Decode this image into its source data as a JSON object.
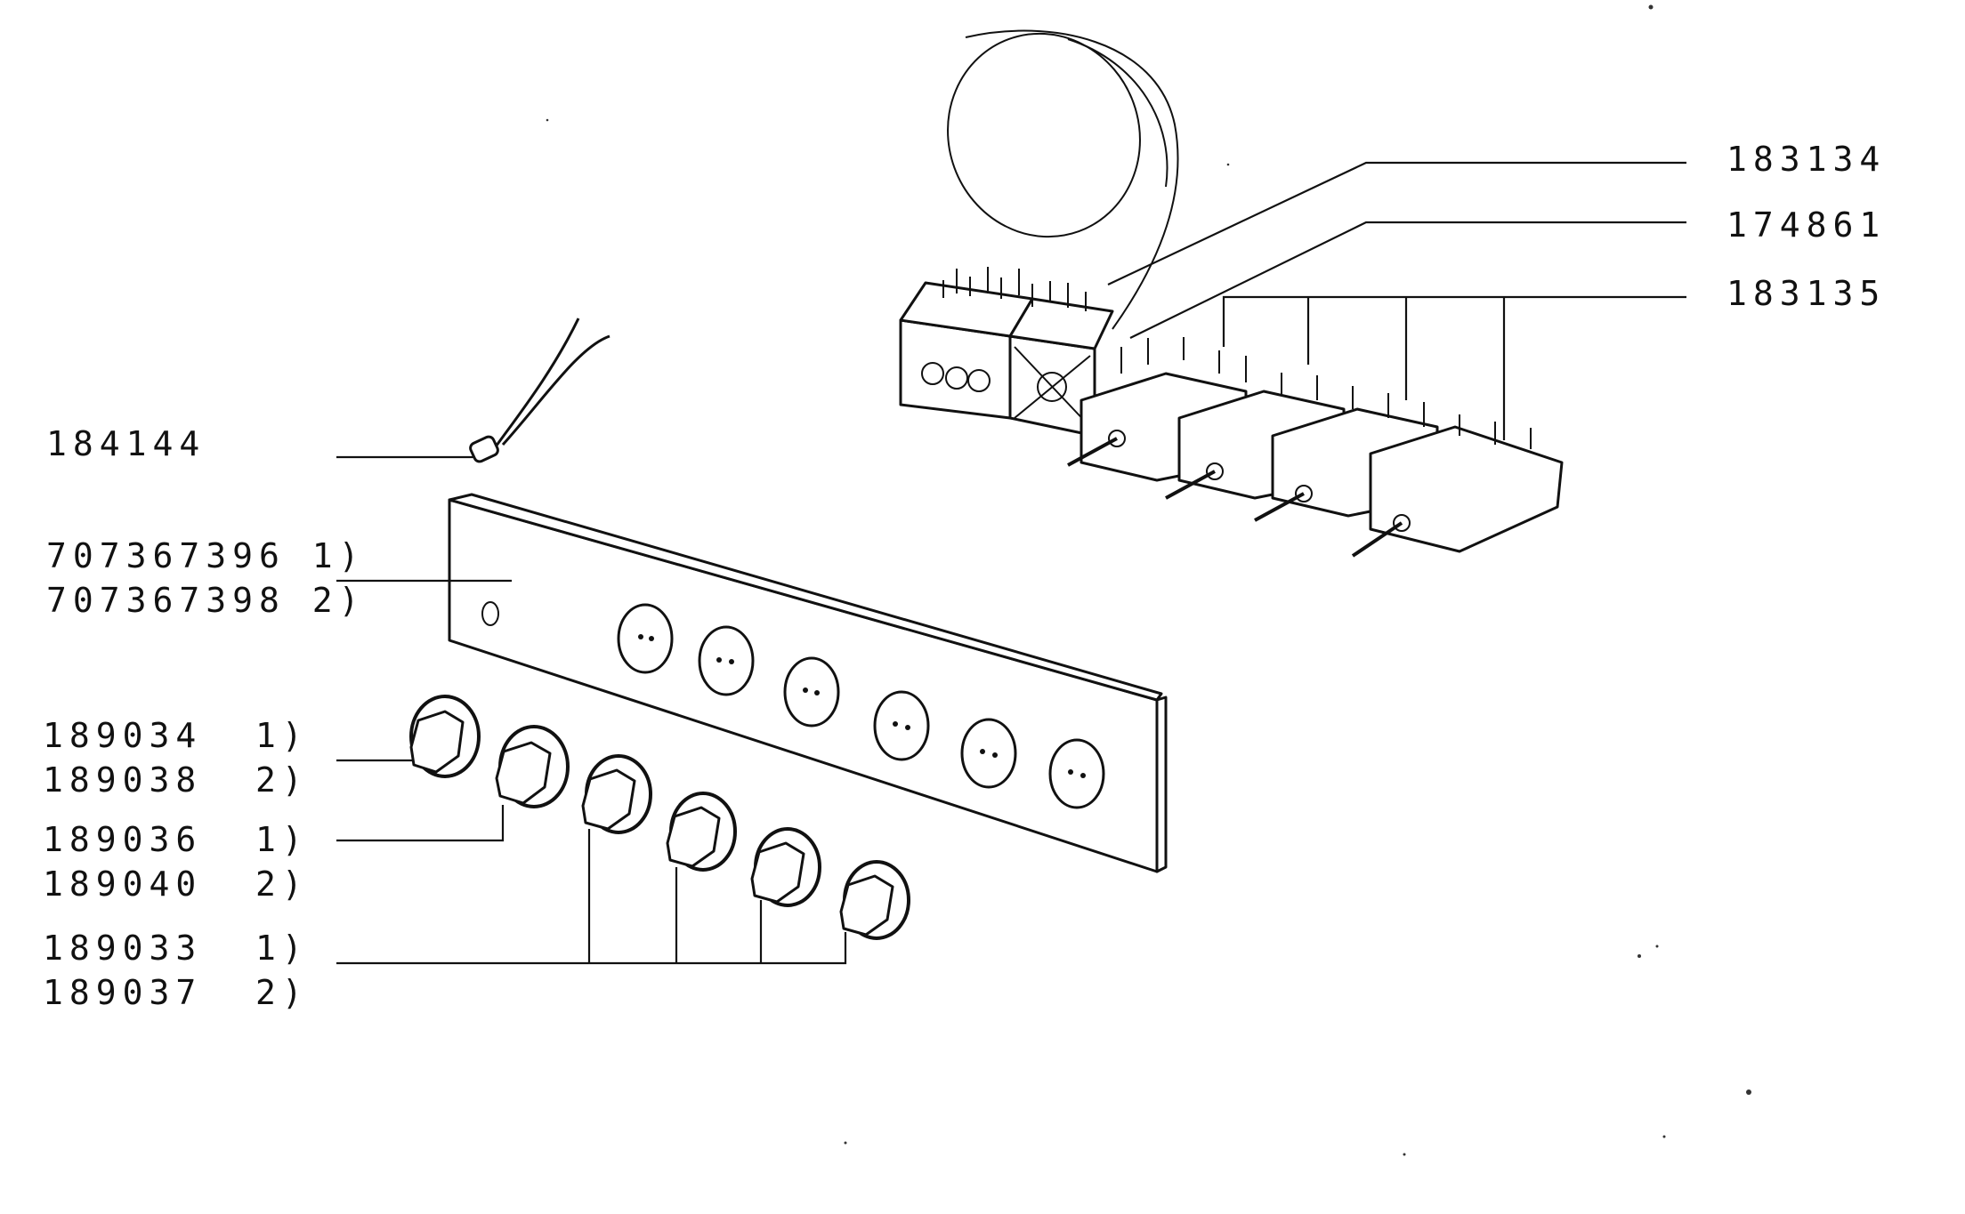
{
  "labels": {
    "l183134": "183134",
    "l174861": "174861",
    "l183135": "183135",
    "l184144": "184144",
    "l707367396": "707367396 1)",
    "l707367398": "707367398 2)",
    "l189034": "189034  1)",
    "l189038": "189038  2)",
    "l189036": "189036  1)",
    "l189040": "189040  2)",
    "l189033": "189033  1)",
    "l189037": "189037  2)"
  },
  "colors": {
    "ink": "#111111",
    "paper": "#ffffff"
  }
}
